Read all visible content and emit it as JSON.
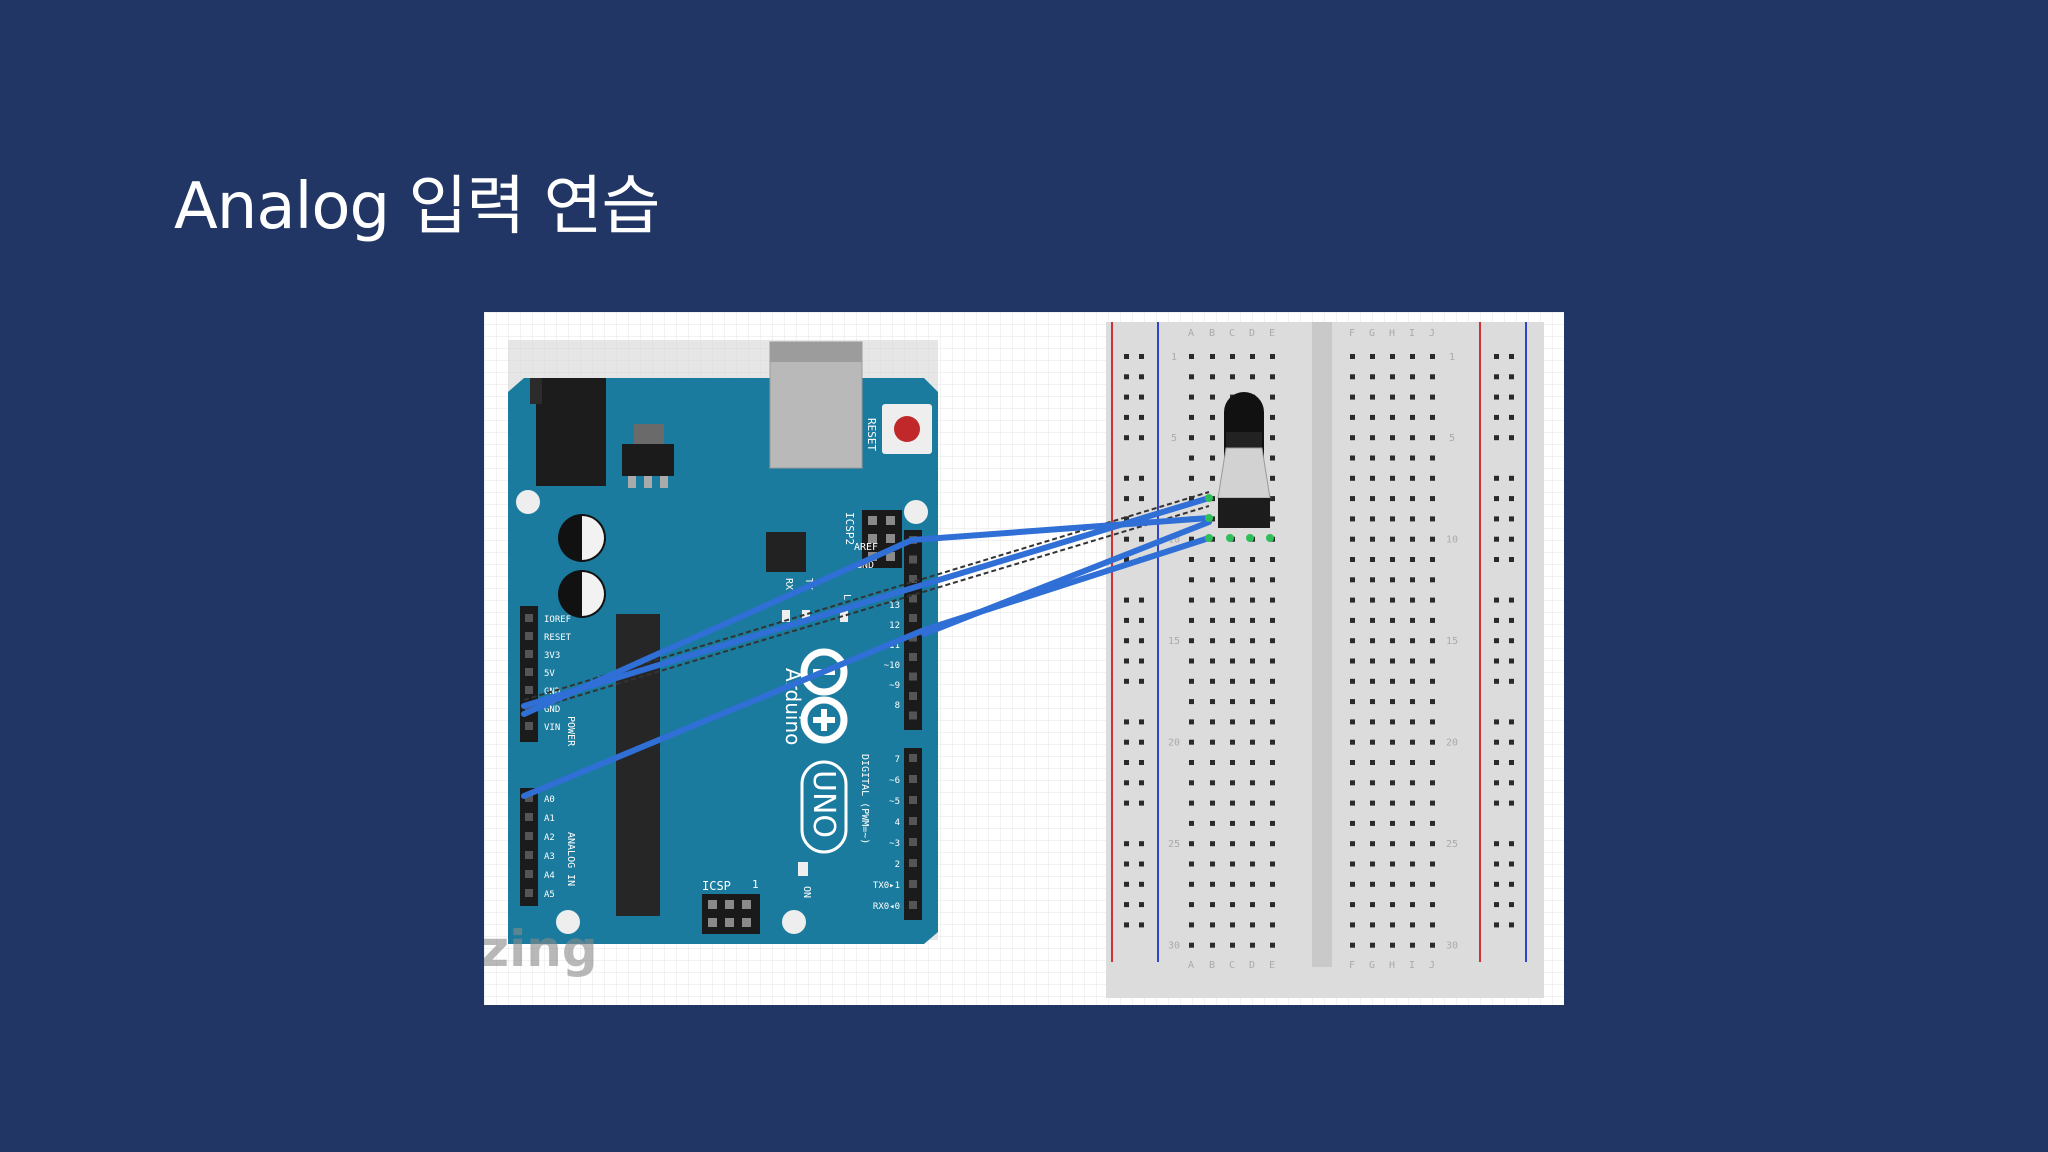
{
  "slide": {
    "title": "Analog 입력 연습"
  },
  "figure": {
    "watermark": "zing",
    "board": {
      "reset_label": "RESET",
      "icsp2_label": "ICSP2",
      "icsp_label": "ICSP",
      "icsp_pin": "1",
      "aref_label": "AREF",
      "gnd_label": "GND",
      "tx_label": "TX",
      "rx_label": "RX",
      "l_label": "L",
      "brand": "Arduino",
      "model": "UNO",
      "on_label": "ON",
      "digital_label": "DIGITAL (PWM=~)",
      "power_label": "POWER",
      "analog_label": "ANALOG IN",
      "power_pins": [
        "IOREF",
        "RESET",
        "3V3",
        "5V",
        "GND",
        "GND",
        "VIN"
      ],
      "analog_pins": [
        "A0",
        "A1",
        "A2",
        "A3",
        "A4",
        "A5"
      ],
      "digital_pins_top": [
        "13",
        "12",
        "~11",
        "~10",
        "~9",
        "8"
      ],
      "digital_pins_bottom": [
        "7",
        "~6",
        "~5",
        "4",
        "~3",
        "2",
        "TX0▸1",
        "RX0◂0"
      ]
    },
    "breadboard": {
      "columns_left": [
        "A",
        "B",
        "C",
        "D",
        "E"
      ],
      "columns_right": [
        "F",
        "G",
        "H",
        "I",
        "J"
      ],
      "row_numbers": [
        "1",
        "5",
        "10",
        "15",
        "20",
        "25",
        "30"
      ]
    },
    "colors": {
      "board": "#1a7b9e",
      "wire": "#2f6fd6",
      "breadboard": "#dcdcdc",
      "rail_red": "#cc3333",
      "rail_blue": "#3344cc"
    }
  }
}
